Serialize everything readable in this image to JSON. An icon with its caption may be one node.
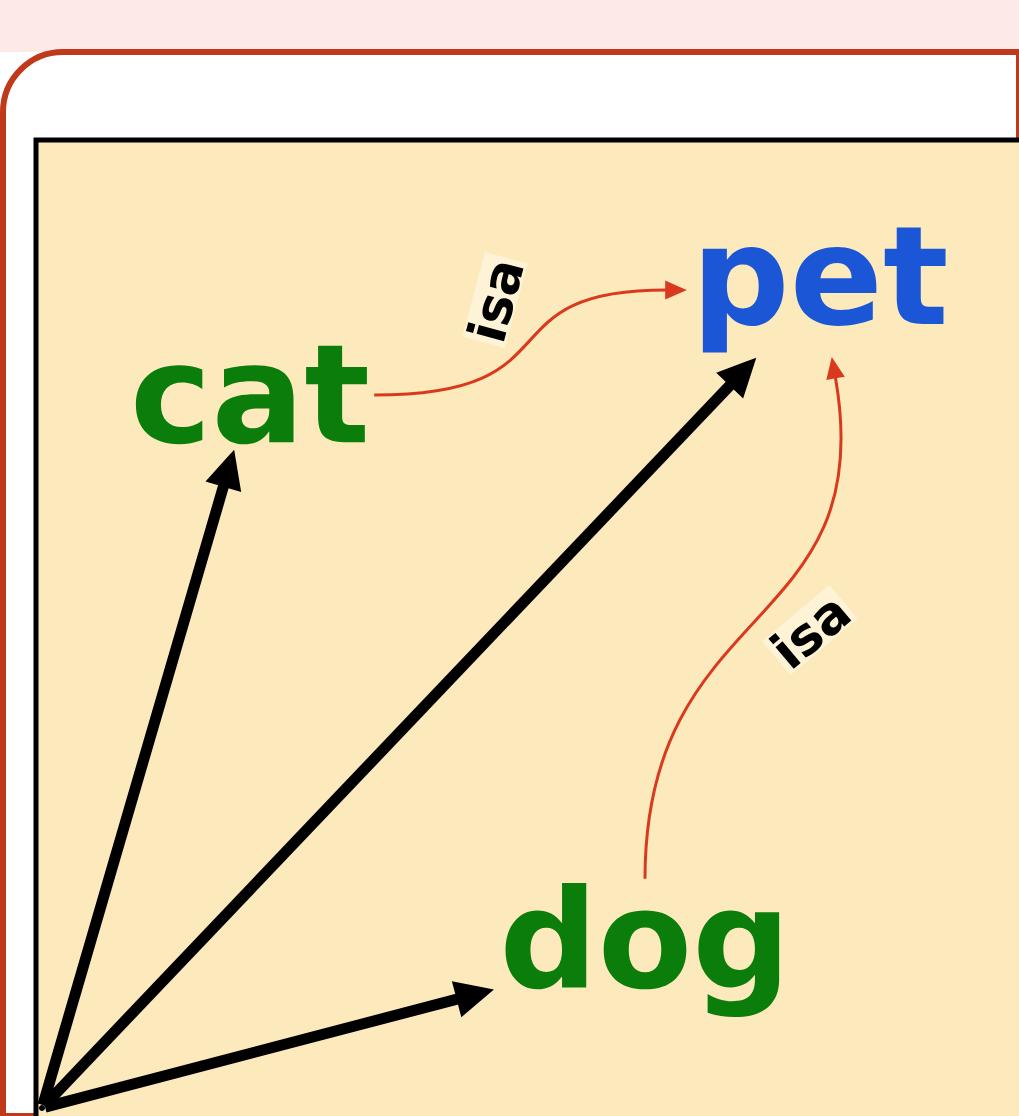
{
  "diagram": {
    "nodes": [
      {
        "text": [
          "cat"
        ]
      },
      {
        "text": [
          "pet"
        ]
      },
      {
        "text": [
          "dog"
        ]
      },
      {
        "text": [],
        "shape": "circle"
      }
    ],
    "edges": [
      {
        "from": 3,
        "to": 0,
        "arrow": "to"
      },
      {
        "from": 3,
        "to": 1,
        "arrow": "to"
      },
      {
        "from": 3,
        "to": 2,
        "arrow": "to"
      },
      {
        "from": 0,
        "to": 1,
        "arrow": "to",
        "label": "isa",
        "color": "#d93a1e"
      },
      {
        "from": 2,
        "to": 1,
        "arrow": "to",
        "label": "isa",
        "color": "#d93a1e"
      }
    ]
  }
}
